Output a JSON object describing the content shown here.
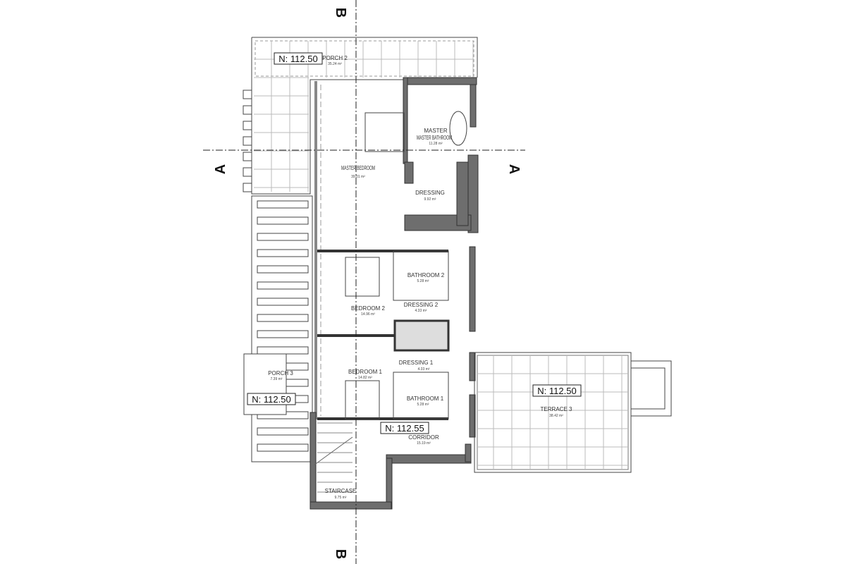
{
  "title": "Upper floor plan",
  "section_marks": {
    "a_left": "A",
    "a_right": "A",
    "b_top": "B",
    "b_bottom": "B"
  },
  "levels": {
    "porch2": "N: 112.50",
    "porch3": "N: 112.50",
    "corridor": "N: 112.55",
    "terrace3": "N: 112.50"
  },
  "rooms": [
    {
      "name": "PORCH 2",
      "area": "35.24 m²"
    },
    {
      "name": "MASTER BATHROOM",
      "area": "11.28 m²"
    },
    {
      "name": "MASTER BEDROOM",
      "area": "39.01 m²"
    },
    {
      "name": "DRESSING",
      "area": "9.92 m²"
    },
    {
      "name": "BATHROOM 2",
      "area": "5.28 m²"
    },
    {
      "name": "BEDROOM 2",
      "area": "14.96 m²"
    },
    {
      "name": "DRESSING 2",
      "area": "4.33 m²"
    },
    {
      "name": "DRESSING 1",
      "area": "4.33 m²"
    },
    {
      "name": "BEDROOM 1",
      "area": "14.82 m²"
    },
    {
      "name": "BATHROOM 1",
      "area": "5.28 m²"
    },
    {
      "name": "PORCH 3",
      "area": "7.39 m²"
    },
    {
      "name": "CORRIDOR",
      "area": "15.19 m²"
    },
    {
      "name": "TERRACE 3",
      "area": "38.42 m²"
    },
    {
      "name": "STAIRCASE",
      "area": "9.75 m²"
    }
  ],
  "colors": {
    "wall": "#6e6e6e",
    "line": "#333333",
    "grid": "#bbbbbb"
  }
}
